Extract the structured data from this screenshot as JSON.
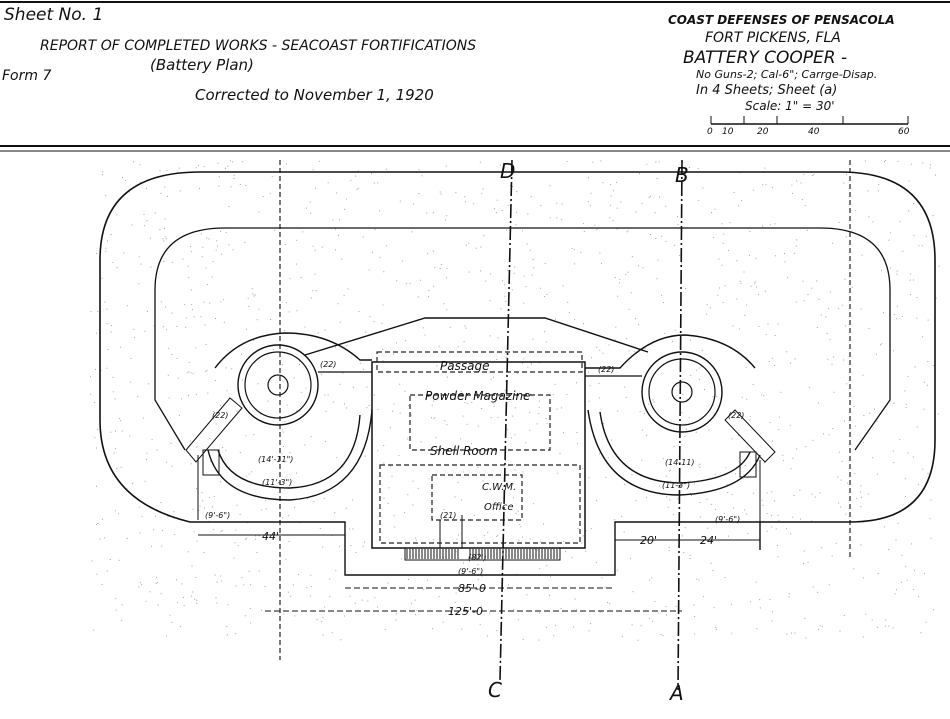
{
  "header_left": {
    "sheet": "Sheet No. 1",
    "report": "REPORT OF COMPLETED WORKS - SEACOAST FORTIFICATIONS",
    "subtitle": "(Battery Plan)",
    "form": "Form 7",
    "corrected": "Corrected to November 1, 1920"
  },
  "header_right": {
    "defenses": "COAST DEFENSES OF PENSACOLA",
    "fort": "FORT PICKENS, FLA",
    "battery": "BATTERY COOPER -",
    "guns": "No Guns-2; Cal-6\"; Carrge-Disap.",
    "sheets": "In 4 Sheets;   Sheet (a)",
    "scale": "Scale: 1\" = 30'",
    "scale_ticks": [
      "0",
      "10",
      "20",
      "40",
      "60"
    ]
  },
  "sections": {
    "d": "D",
    "b": "B",
    "c": "C",
    "a": "A"
  },
  "rooms": {
    "passage": "Passage",
    "powder": "Powder Magazine",
    "shell": "Shell Room",
    "cwm": "C.W.M.",
    "office": "Office"
  },
  "dims": {
    "l22a": "(22)",
    "l22b": "(22)",
    "r22a": "(22)",
    "r22b": "(22)",
    "l_pit": "(14'-11\")",
    "l_arc": "(11'-3\")",
    "r_pit": "(14-11)",
    "r_arc": "(11-3\")",
    "l96": "(9'-6\")",
    "r96": "(9'-6\")",
    "d44": "44'",
    "d20": "20'",
    "d24": "24'",
    "d21": "(21)",
    "d82": "(82')",
    "d94": "(9'-6\")",
    "d85": "85'-0",
    "d125": "125'-0"
  }
}
